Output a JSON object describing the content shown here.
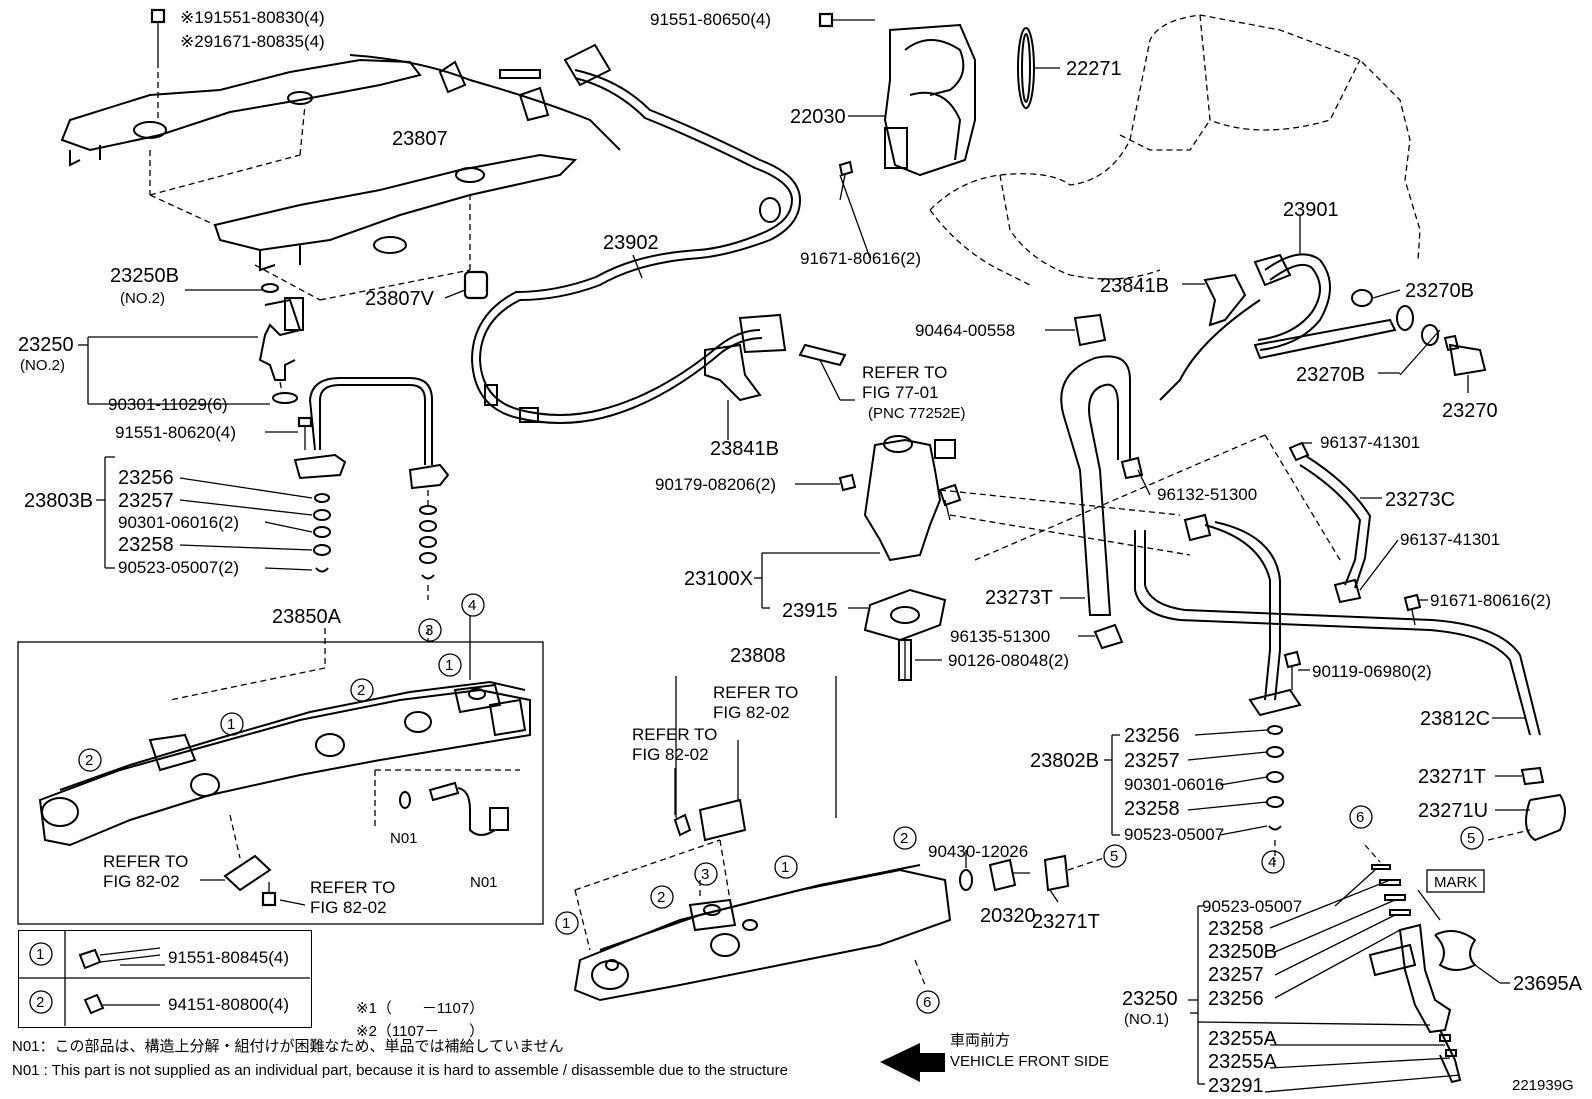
{
  "diagram_id": "221939G",
  "top_bolts": {
    "l1": "※191551-80830(4)",
    "l2": "※291671-80835(4)"
  },
  "labels": {
    "p23807": "23807",
    "p23807v": "23807V",
    "p23250b_no2": "23250B",
    "no2_a": "(NO.2)",
    "p23250_no2": "23250",
    "no2_b": "(NO.2)",
    "p90301_11029": "90301-11029(6)",
    "p91551_80620": "91551-80620(4)",
    "p23803b": "23803B",
    "l_23256": "23256",
    "l_23257": "23257",
    "l_90301_06016": "90301-06016(2)",
    "l_23258": "23258",
    "l_90523_05007": "90523-05007(2)",
    "p23850a": "23850A",
    "p91551_80650": "91551-80650(4)",
    "p22030": "22030",
    "p22271": "22271",
    "p23902": "23902",
    "p91671_80616_top": "91671-80616(2)",
    "p23841b_mid": "23841B",
    "refer_7701_a": "REFER TO",
    "refer_7701_b": "FIG 77-01",
    "refer_7701_c": "(PNC 77252E)",
    "p90179": "90179-08206(2)",
    "p23100x": "23100X",
    "p23915": "23915",
    "p90126": "90126-08048(2)",
    "p23808": "23808",
    "refer_8202_1a": "REFER TO",
    "refer_8202_1b": "FIG 82-02",
    "refer_8202_2a": "REFER TO",
    "refer_8202_2b": "FIG 82-02",
    "refer_8202_3a": "REFER TO",
    "refer_8202_3b": "FIG 82-02",
    "refer_8202_4a": "REFER TO",
    "refer_8202_4b": "FIG 82-02",
    "n01_a": "N01",
    "n01_b": "N01",
    "p90430": "90430-12026",
    "p20320": "20320",
    "p23271t_mid": "23271T",
    "p90464": "90464-00558",
    "p23841b_right": "23841B",
    "p23901": "23901",
    "p23270b_a": "23270B",
    "p23270b_b": "23270B",
    "p23270": "23270",
    "p96137_a": "96137-41301",
    "p96132": "96132-51300",
    "p23273c": "23273C",
    "p96137_b": "96137-41301",
    "p23273t": "23273T",
    "p96135": "96135-51300",
    "p91671_80616_r": "91671-80616(2)",
    "p90119": "90119-06980(2)",
    "p23812c": "23812C",
    "p23802b": "23802B",
    "r_23256": "23256",
    "r_23257": "23257",
    "r_90301": "90301-06016",
    "r_23258": "23258",
    "r_90523": "90523-05007",
    "p23271t_r": "23271T",
    "p23271u": "23271U",
    "mark": "MARK",
    "p23695a": "23695A",
    "b_90523": "90523-05007",
    "b_23258": "23258",
    "b_23250b": "23250B",
    "b_23257": "23257",
    "b_23256": "23256",
    "b_23250": "23250",
    "b_no1": "(NO.1)",
    "b_23255a_1": "23255A",
    "b_23255a_2": "23255A",
    "b_23291": "23291",
    "front_jp": "車両前方",
    "front_en": "VEHICLE FRONT SIDE"
  },
  "circles": {
    "c1": "1",
    "c2": "2",
    "c3": "3",
    "c4": "4",
    "c5": "5",
    "c6": "6"
  },
  "legend": {
    "row1_num": "1",
    "row1_part": "91551-80845(4)",
    "row2_num": "2",
    "row2_part": "94151-80800(4)"
  },
  "serial": {
    "s1": "※1（　　－1107）",
    "s2": "※2（1107－　　）"
  },
  "notes": {
    "jp": "N01：この部品は、構造上分解・組付けが困難なため、単品では補給していません",
    "en": "N01 : This part is not supplied as an individual part, because it is hard to assemble / disassemble due to the structure"
  }
}
